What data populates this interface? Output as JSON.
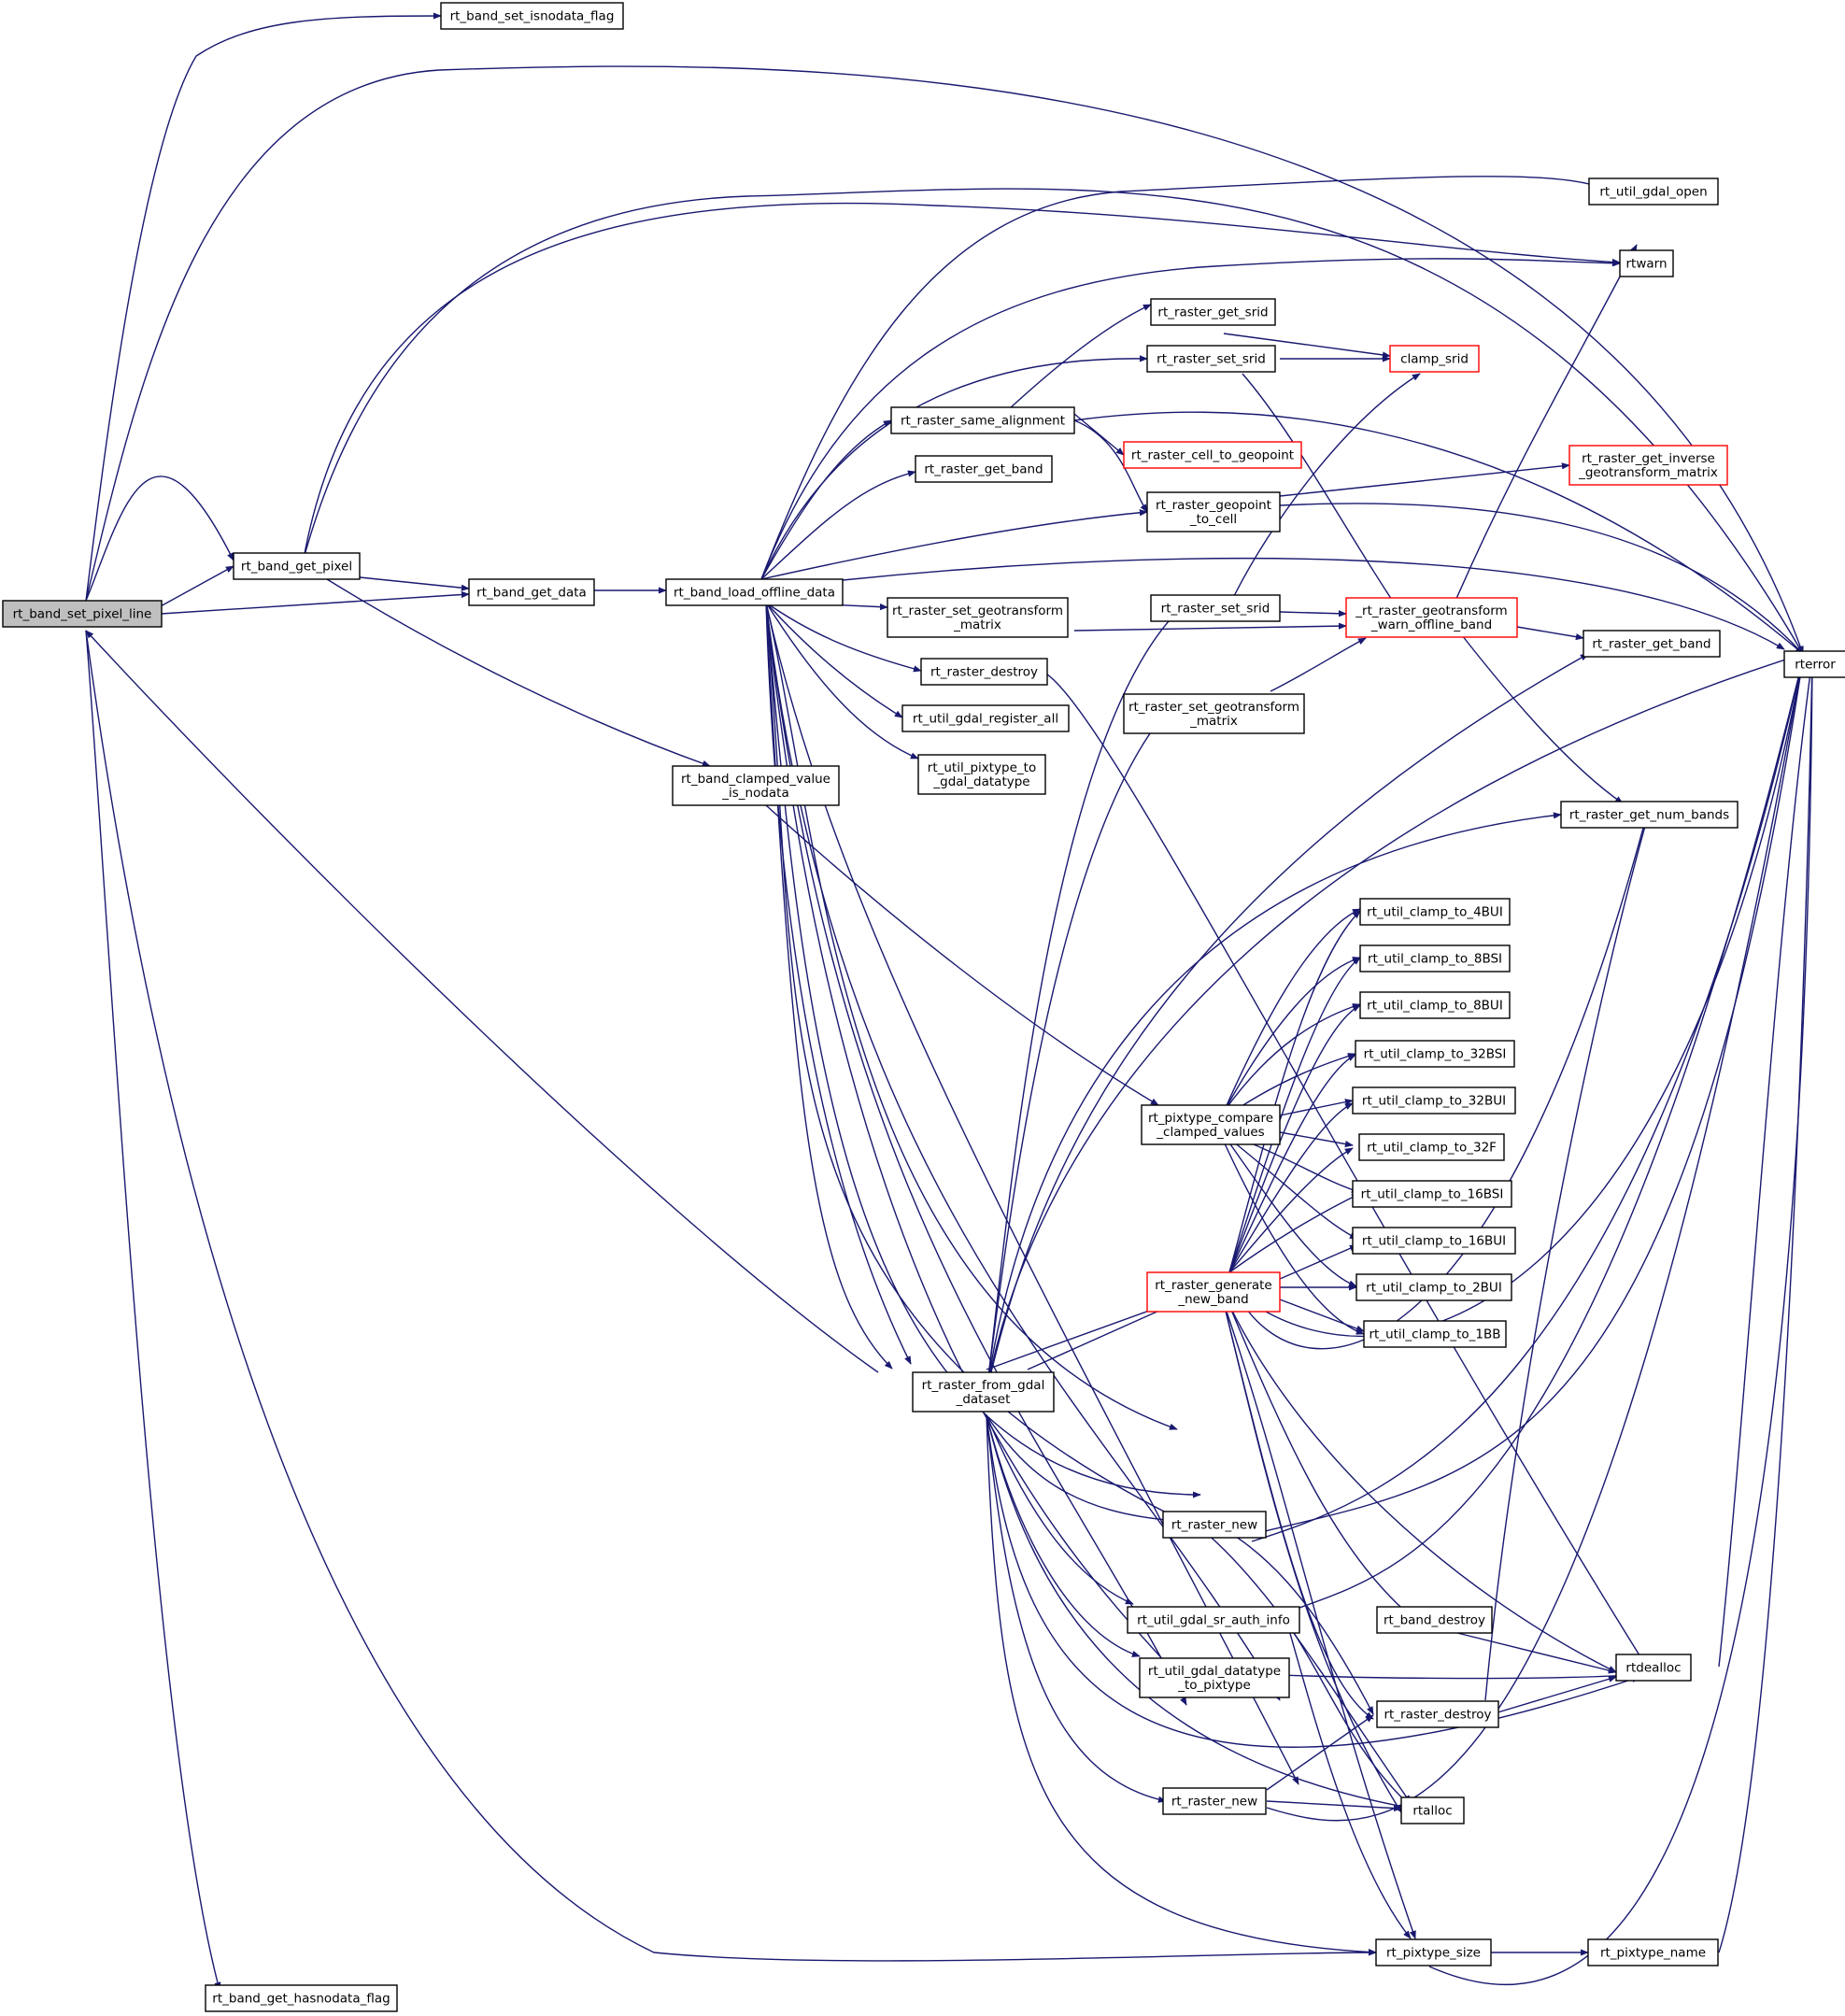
{
  "title": "",
  "colors": {
    "edge": "#191970",
    "node_border": "#000000",
    "node_border_truncated": "#ff0000",
    "root_fill": "#bfbfbf",
    "background": "#ffffff"
  },
  "nodes": {
    "rt_band_set_pixel_line": [
      "rt_band_set_pixel_line"
    ],
    "rt_band_set_isnodata_flag": [
      "rt_band_set_isnodata_flag"
    ],
    "rt_band_get_pixel": [
      "rt_band_get_pixel"
    ],
    "rt_band_get_data": [
      "rt_band_get_data"
    ],
    "rt_band_load_offline_data": [
      "rt_band_load_offline_data"
    ],
    "rt_band_clamped_value_is_nodata": [
      "rt_band_clamped_value",
      "_is_nodata"
    ],
    "rt_band_get_hasnodata_flag": [
      "rt_band_get_hasnodata_flag"
    ],
    "rt_util_gdal_open": [
      "rt_util_gdal_open"
    ],
    "rtwarn": [
      "rtwarn"
    ],
    "rt_raster_get_srid_1": [
      "rt_raster_get_srid"
    ],
    "rt_raster_set_srid_1": [
      "rt_raster_set_srid"
    ],
    "clamp_srid": [
      "clamp_srid"
    ],
    "rt_raster_same_alignment": [
      "rt_raster_same_alignment"
    ],
    "rt_raster_cell_to_geopoint": [
      "rt_raster_cell_to_geopoint"
    ],
    "rt_raster_get_band_1": [
      "rt_raster_get_band"
    ],
    "rt_raster_geopoint_to_cell": [
      "rt_raster_geopoint",
      "_to_cell"
    ],
    "rt_raster_get_inverse_geotransform_matrix": [
      "rt_raster_get_inverse",
      "_geotransform_matrix"
    ],
    "rt_raster_set_geotransform_matrix_1": [
      "rt_raster_set_geotransform",
      "_matrix"
    ],
    "rt_raster_set_srid_2": [
      "rt_raster_set_srid"
    ],
    "rt_raster_geotransform_warn_offline_band": [
      "_rt_raster_geotransform",
      "_warn_offline_band"
    ],
    "rt_raster_get_band_2": [
      "rt_raster_get_band"
    ],
    "rterror": [
      "rterror"
    ],
    "rt_raster_destroy_1": [
      "rt_raster_destroy"
    ],
    "rt_util_gdal_register_all": [
      "rt_util_gdal_register_all"
    ],
    "rt_raster_set_geotransform_matrix_2": [
      "rt_raster_set_geotransform",
      "_matrix"
    ],
    "rt_util_pixtype_to_gdal_datatype": [
      "rt_util_pixtype_to",
      "_gdal_datatype"
    ],
    "rt_raster_get_num_bands": [
      "rt_raster_get_num_bands"
    ],
    "rt_util_clamp_to_4BUI": [
      "rt_util_clamp_to_4BUI"
    ],
    "rt_util_clamp_to_8BSI": [
      "rt_util_clamp_to_8BSI"
    ],
    "rt_util_clamp_to_8BUI": [
      "rt_util_clamp_to_8BUI"
    ],
    "rt_util_clamp_to_32BSI": [
      "rt_util_clamp_to_32BSI"
    ],
    "rt_util_clamp_to_32BUI": [
      "rt_util_clamp_to_32BUI"
    ],
    "rt_pixtype_compare_clamped_values": [
      "rt_pixtype_compare",
      "_clamped_values"
    ],
    "rt_util_clamp_to_32F": [
      "rt_util_clamp_to_32F"
    ],
    "rt_util_clamp_to_16BSI": [
      "rt_util_clamp_to_16BSI"
    ],
    "rt_util_clamp_to_16BUI": [
      "rt_util_clamp_to_16BUI"
    ],
    "rt_raster_generate_new_band": [
      "rt_raster_generate",
      "_new_band"
    ],
    "rt_util_clamp_to_2BUI": [
      "rt_util_clamp_to_2BUI"
    ],
    "rt_util_clamp_to_1BB": [
      "rt_util_clamp_to_1BB"
    ],
    "rt_raster_from_gdal_dataset": [
      "rt_raster_from_gdal",
      "_dataset"
    ],
    "rt_raster_new_1": [
      "rt_raster_new"
    ],
    "rt_util_gdal_sr_auth_info": [
      "rt_util_gdal_sr_auth_info"
    ],
    "rt_band_destroy": [
      "rt_band_destroy"
    ],
    "rtdealloc": [
      "rtdealloc"
    ],
    "rt_util_gdal_datatype_to_pixtype": [
      "rt_util_gdal_datatype",
      "_to_pixtype"
    ],
    "rt_raster_destroy_2": [
      "rt_raster_destroy"
    ],
    "rt_raster_new_2": [
      "rt_raster_new"
    ],
    "rtalloc": [
      "rtalloc"
    ],
    "rt_pixtype_size": [
      "rt_pixtype_size"
    ],
    "rt_pixtype_name": [
      "rt_pixtype_name"
    ]
  }
}
